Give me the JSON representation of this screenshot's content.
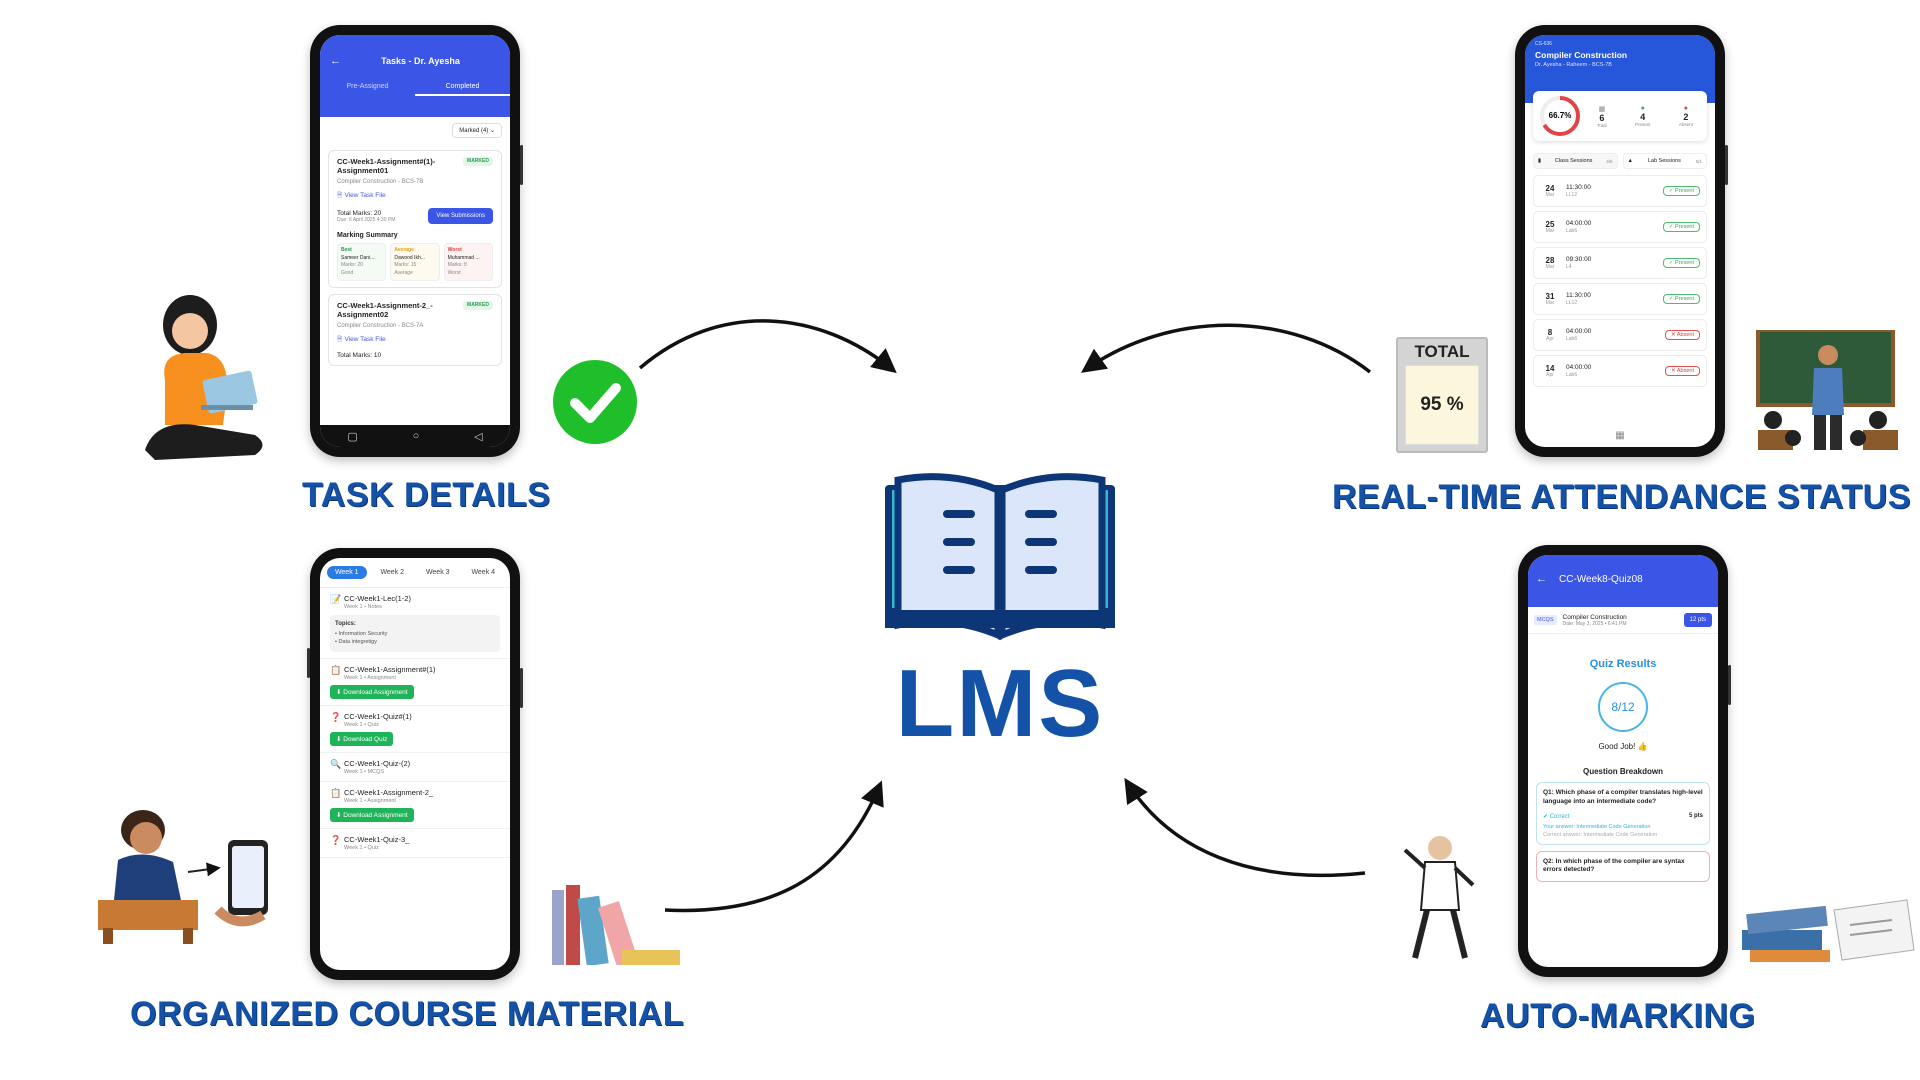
{
  "center": {
    "logo_text": "LMS",
    "colors": {
      "brand": "#1452a8",
      "book_teal": "#3bb3d6",
      "book_dark": "#0d3677"
    }
  },
  "features": {
    "task_details": "TASK DETAILS",
    "attendance": "REAL-TIME ATTENDANCE STATUS",
    "course_material": "ORGANIZED COURSE MATERIAL",
    "auto_marking": "AUTO-MARKING"
  },
  "decor": {
    "total_label": "TOTAL",
    "total_value": "95 %"
  },
  "task_phone": {
    "title": "Tasks - Dr. Ayesha",
    "tabs": [
      "Pre-Assigned",
      "Completed"
    ],
    "filter": "Marked (4)",
    "items": [
      {
        "title": "CC-Week1-Assignment#(1)-Assignment01",
        "badge": "MARKED",
        "course": "Compiler Construction - BCS-7B",
        "link": "View Task File",
        "marks": "Total Marks: 20",
        "due": "Due: 6 April 2025 4:30 PM",
        "button": "View Submissions",
        "summary_title": "Marking Summary",
        "summary": [
          {
            "label": "Best",
            "name": "Sameer Dani...",
            "marks": "Marks: 20",
            "note": "Good"
          },
          {
            "label": "Average",
            "name": "Dawood Ikh...",
            "marks": "Marks: 15",
            "note": "Average"
          },
          {
            "label": "Worst",
            "name": "Muhammad ...",
            "marks": "Marks: 8",
            "note": "Worst"
          }
        ]
      },
      {
        "title": "CC-Week1-Assignment-2_-Assignment02",
        "badge": "MARKED",
        "course": "Compiler Construction - BCS-7A",
        "link": "View Task File",
        "marks": "Total Marks: 10"
      }
    ]
  },
  "attendance_phone": {
    "code": "CS-636",
    "course": "Compiler Construction",
    "teacher": "Dr. Ayesha - Raheem - BCS-7B",
    "percent": "66.7%",
    "percent_value": 66.7,
    "stats": [
      {
        "value": "6",
        "label": "Total"
      },
      {
        "value": "4",
        "label": "Present"
      },
      {
        "value": "2",
        "label": "Absent"
      }
    ],
    "sessions": [
      {
        "label": "Class Sessions",
        "count": "4/6"
      },
      {
        "label": "Lab Sessions",
        "count": "0/1"
      }
    ],
    "rows": [
      {
        "day": "24",
        "mon": "Mar",
        "time": "11:30:00",
        "room": "LL12",
        "status": "Present"
      },
      {
        "day": "25",
        "mon": "Mar",
        "time": "04:00:00",
        "room": "Lab6",
        "status": "Present"
      },
      {
        "day": "28",
        "mon": "Mar",
        "time": "09:30:00",
        "room": "L4",
        "status": "Present"
      },
      {
        "day": "31",
        "mon": "Mar",
        "time": "11:30:00",
        "room": "LL12",
        "status": "Present"
      },
      {
        "day": "8",
        "mon": "Apr",
        "time": "04:00:00",
        "room": "Lab6",
        "status": "Absent"
      },
      {
        "day": "14",
        "mon": "Apr",
        "time": "04:00:00",
        "room": "Lab6",
        "status": "Absent"
      }
    ]
  },
  "course_phone": {
    "weeks": [
      "Week 1",
      "Week 2",
      "Week 3",
      "Week 4"
    ],
    "items": [
      {
        "title": "CC-Week1-Lec(1-2)",
        "sub": "Week 1 • Notes",
        "topics_title": "Topics:",
        "topics": [
          "• Information Security",
          "• Data integretigy"
        ]
      },
      {
        "title": "CC-Week1-Assignment#(1)",
        "sub": "Week 1 • Assignment",
        "button": "Download Assignment"
      },
      {
        "title": "CC-Week1-Quiz#(1)",
        "sub": "Week 1 • Quiz",
        "button": "Download Quiz"
      },
      {
        "title": "CC-Week1-Quiz-(2)",
        "sub": "Week 1 • MCQS"
      },
      {
        "title": "CC-Week1-Assignment-2_",
        "sub": "Week 1 • Assignment",
        "button": "Download Assignment"
      },
      {
        "title": "CC-Week1-Quiz-3_",
        "sub": "Week 1 • Quiz"
      }
    ]
  },
  "quiz_phone": {
    "title": "CC-Week8-Quiz08",
    "tag": "MCQS",
    "course": "Compiler Construction",
    "date": "Date: May 3, 2025 • 6:41 PM",
    "points": "12 pts",
    "results_title": "Quiz Results",
    "score": "8/12",
    "message": "Good Job! 👍",
    "breakdown_title": "Question Breakdown",
    "q1": {
      "text": "Q1: Which phase of a compiler translates high-level language into an intermediate code?",
      "status": "Correct",
      "pts": "5 pts",
      "your_answer": "Your answer: Intermediate Code Generation",
      "correct_answer": "Correct answer: Intermediate Code Generation"
    },
    "q2": {
      "text": "Q2: In which phase of the compiler are syntax errors detected?"
    }
  }
}
